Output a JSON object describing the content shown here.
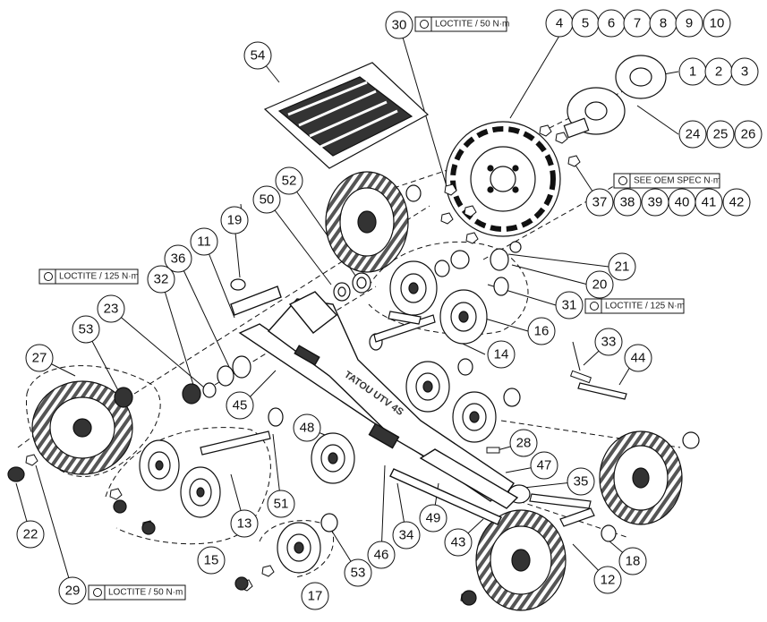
{
  "frame": {
    "stamp_text": "TATOU UTV 4S"
  },
  "callouts": {
    "n1": "1",
    "n2": "2",
    "n3": "3",
    "n4": "4",
    "n5": "5",
    "n6": "6",
    "n7": "7",
    "n8": "8",
    "n9": "9",
    "n10": "10",
    "n11": "11",
    "n12": "12",
    "n13": "13",
    "n14": "14",
    "n15": "15",
    "n16": "16",
    "n17": "17",
    "n18": "18",
    "n19": "19",
    "n20": "20",
    "n21": "21",
    "n22": "22",
    "n23": "23",
    "n24": "24",
    "n25": "25",
    "n26": "26",
    "n27": "27",
    "n28": "28",
    "n29": "29",
    "n30": "30",
    "n31": "31",
    "n32": "32",
    "n33": "33",
    "n34": "34",
    "n35": "35",
    "n36": "36",
    "n37": "37",
    "n38": "38",
    "n39": "39",
    "n40": "40",
    "n41": "41",
    "n42": "42",
    "n43": "43",
    "n44": "44",
    "n45": "45",
    "n46": "46",
    "n47": "47",
    "n48": "48",
    "n49": "49",
    "n50": "50",
    "n51": "51",
    "n52": "52",
    "n53a": "53",
    "n53b": "53",
    "n54": "54"
  },
  "torque_notes": {
    "t30": "LOCTITE / 50 N·m",
    "toem": "SEE OEM SPEC N·m",
    "t31": "LOCTITE / 125 N·m",
    "t32": "LOCTITE / 125 N·m",
    "t29": "LOCTITE / 50 N·m"
  }
}
